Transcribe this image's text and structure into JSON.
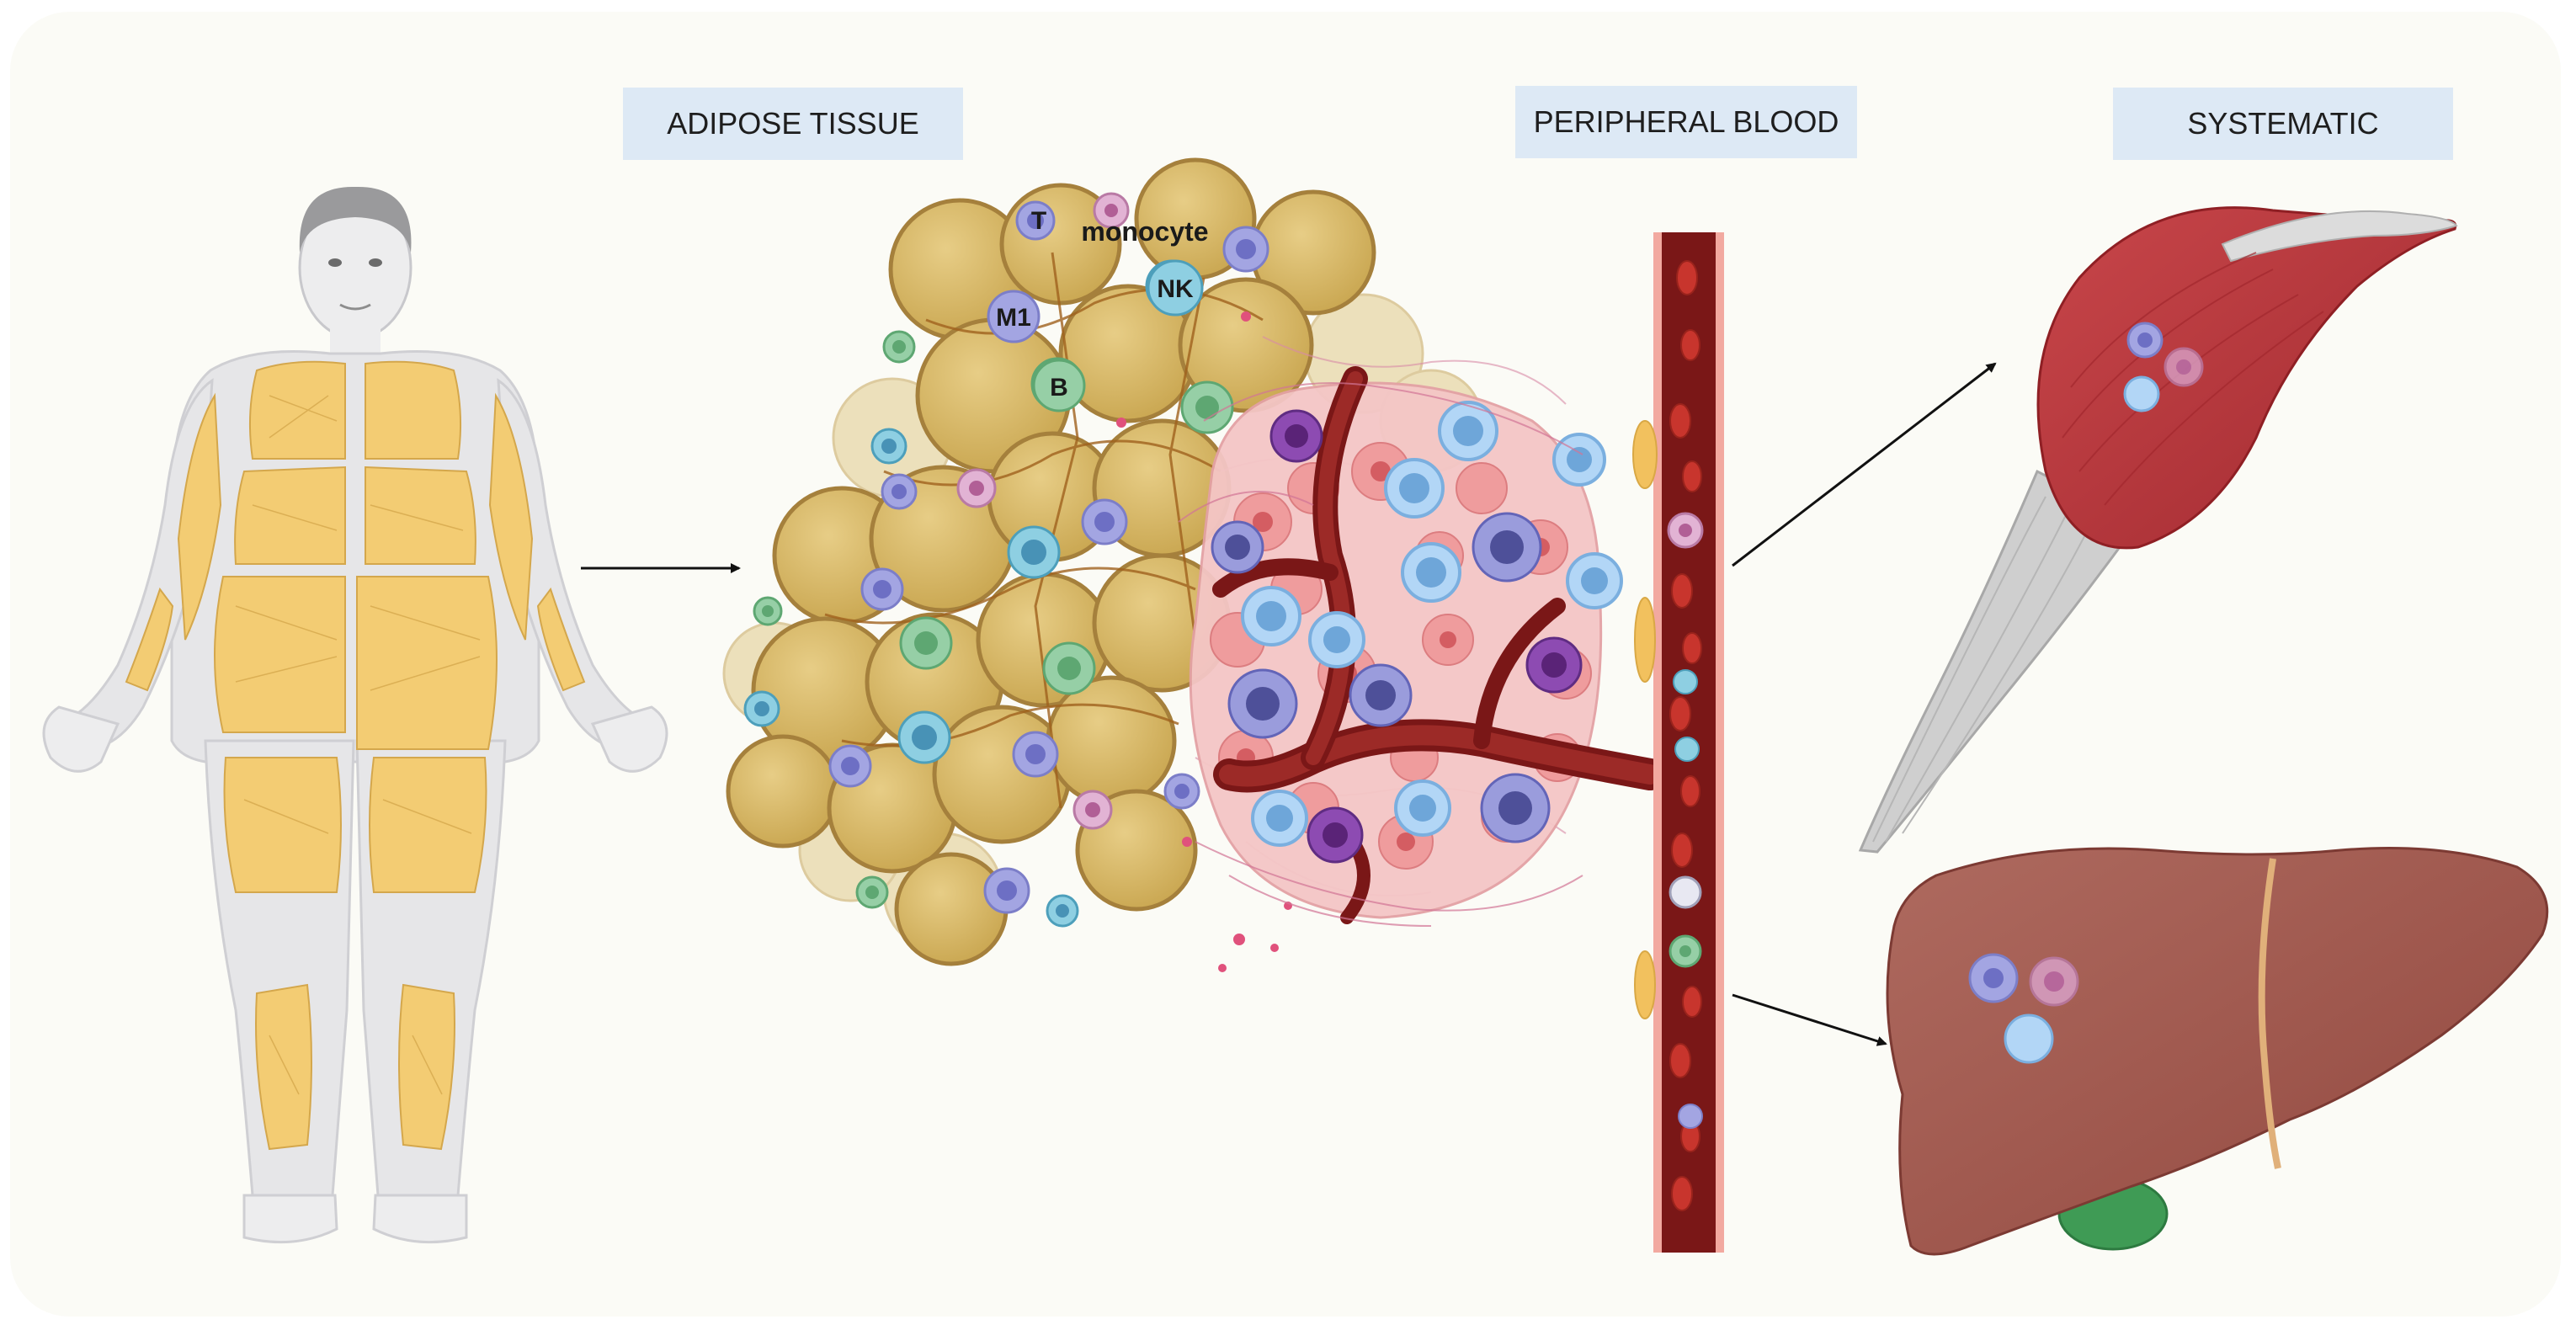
{
  "sections": {
    "adipose": "ADIPOSE TISSUE",
    "blood": "PERIPHERAL BLOOD",
    "systematic": "SYSTEMATIC"
  },
  "cell_labels": {
    "t": "T",
    "monocyte": "monocyte",
    "nk": "NK",
    "m1": "M1",
    "b": "B"
  },
  "colors": {
    "background": "#fbfbf6",
    "label_fill": "#dde9f5",
    "adipocyte": "#d9b96a",
    "adipocyte_edge": "#a5803c",
    "body": "#e6e6e8",
    "fat_patch": "#f3cc73",
    "vessel": "#7a1717",
    "red_cell": "#c8352d",
    "muscle": "#b7363b",
    "tendon": "#c9c9c9",
    "liver": "#a1584e",
    "gallbladder": "#3f9b55",
    "macrophage": "#8d8fd6",
    "lymphocyte_blue": "#9cc5ee",
    "lymphocyte_green": "#8cc9a1",
    "m1_purple": "#7a3f9c",
    "pink_cell": "#d8a0c6"
  },
  "icons": [
    "human-figure-icon",
    "adipose-tissue-icon",
    "blood-vessel-icon",
    "muscle-icon",
    "liver-icon",
    "arrow-right-icon"
  ]
}
